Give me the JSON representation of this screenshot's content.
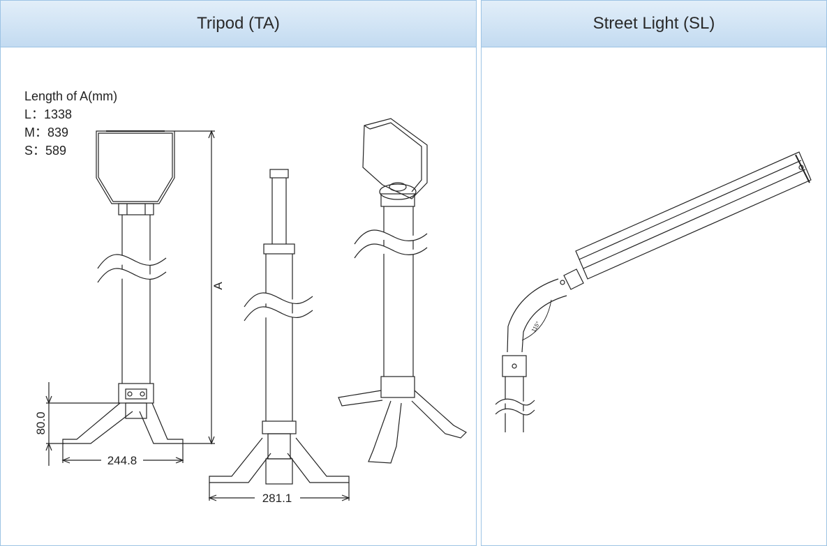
{
  "panels": [
    {
      "title": "Tripod (TA)"
    },
    {
      "title": "Street Light (SL)"
    }
  ],
  "spec": {
    "heading": "Length of A(mm)",
    "rows": [
      "L：1338",
      "M：839",
      "S：589"
    ]
  },
  "dimensions": {
    "height_label": "A",
    "base_height": "80.0",
    "width_front": "244.8",
    "width_side": "281.1",
    "bend_angle": "115°"
  }
}
